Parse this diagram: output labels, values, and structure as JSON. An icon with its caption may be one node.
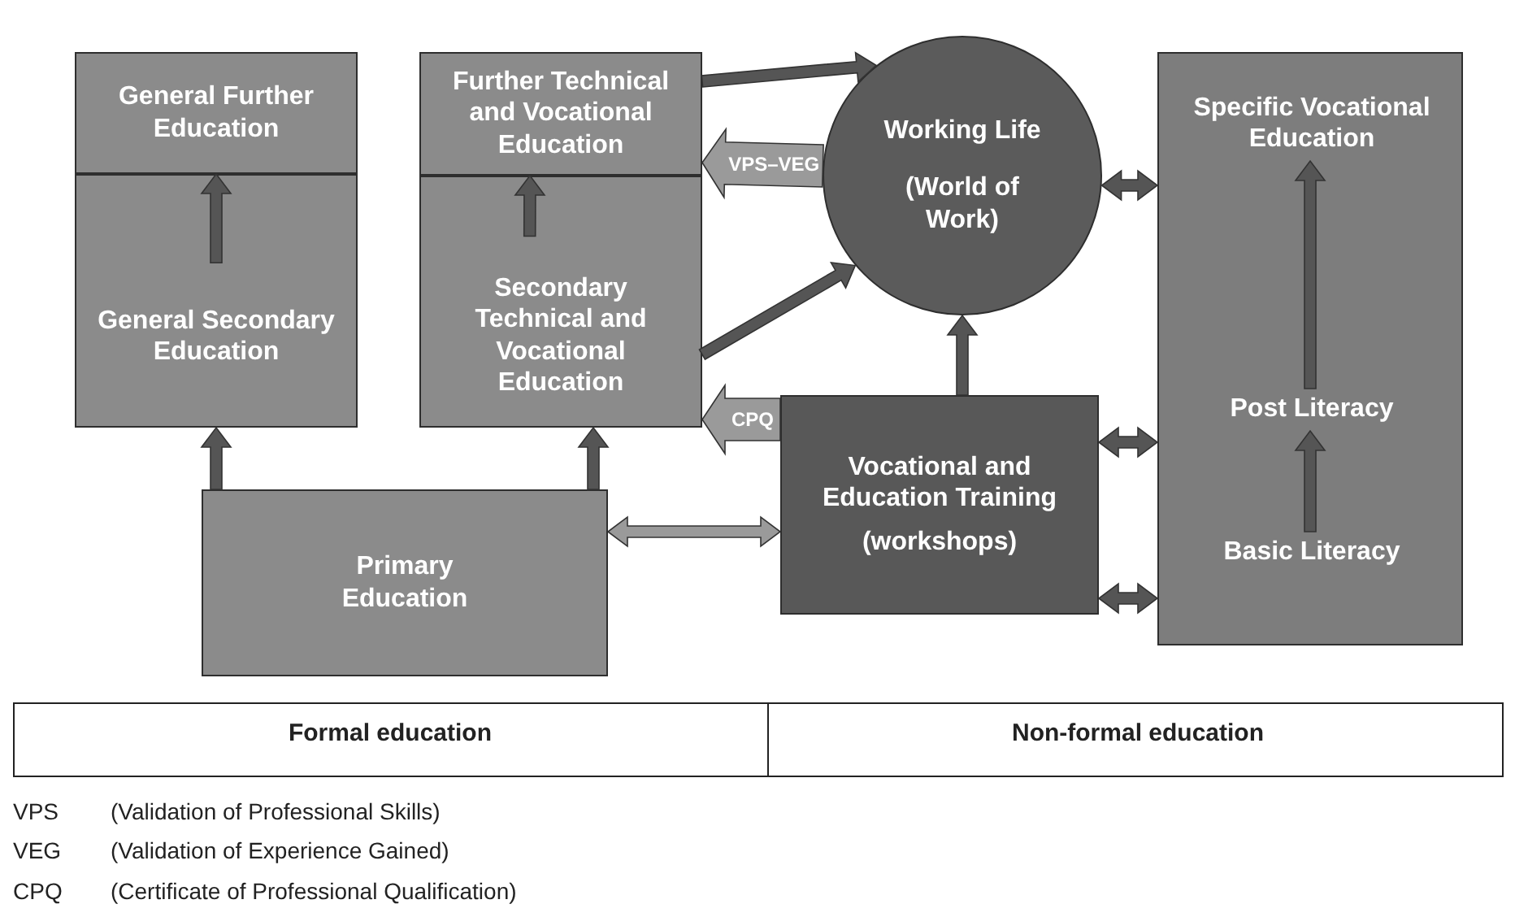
{
  "diagram": {
    "nodes": [
      {
        "text": [
          "General Further Education"
        ]
      },
      {
        "text": [
          "General Secondary Education"
        ]
      },
      {
        "text": [
          "Further Technical and Vocational Education"
        ]
      },
      {
        "text": [
          "Secondary Technical and Vocational Education"
        ]
      },
      {
        "text": [
          "Primary Education"
        ]
      },
      {
        "text": [
          "Working Life",
          "(World of Work)"
        ]
      },
      {
        "text": [
          "Vocational and Education Training",
          "(workshops)"
        ]
      },
      {
        "text": [],
        "shape": "box"
      },
      {
        "text": [
          "Specific Vocational Education"
        ],
        "in": 7
      },
      {
        "text": [
          "Post Literacy"
        ],
        "in": 7
      },
      {
        "text": [
          "Basic Literacy"
        ],
        "in": 7
      }
    ],
    "edges": [
      {
        "from": 1,
        "to": 0,
        "arrow": "to"
      },
      {
        "from": 3,
        "to": 2,
        "arrow": "to"
      },
      {
        "from": 4,
        "to": 1,
        "arrow": "to"
      },
      {
        "from": 4,
        "to": 3,
        "arrow": "to"
      },
      {
        "from": 2,
        "to": 5,
        "arrow": "to"
      },
      {
        "from": 3,
        "to": 5,
        "arrow": "to"
      },
      {
        "from": 5,
        "to": 2,
        "arrow": "to",
        "label": "VPS–VEG",
        "style": "thick",
        "color": "#9a9a9a"
      },
      {
        "from": 6,
        "to": 3,
        "arrow": "to",
        "label": "CPQ",
        "style": "thick",
        "color": "#9a9a9a"
      },
      {
        "from": 6,
        "to": 5,
        "arrow": "to"
      },
      {
        "from": 5,
        "to": 7,
        "arrow": "both"
      },
      {
        "from": 6,
        "to": 7,
        "arrow": "both"
      },
      {
        "from": 6,
        "to": 7,
        "arrow": "both"
      },
      {
        "from": 4,
        "to": 6,
        "arrow": "both",
        "color": "#9a9a9a"
      },
      {
        "from": 10,
        "to": 9,
        "arrow": "to"
      },
      {
        "from": 9,
        "to": 8,
        "arrow": "to"
      }
    ],
    "labels": [
      "Formal education",
      "Non-formal education",
      "VPS",
      "(Validation of Professional Skills)",
      "VEG",
      "(Validation of Experience Gained)",
      "CPQ",
      "(Certificate of Professional Qualification)"
    ]
  }
}
